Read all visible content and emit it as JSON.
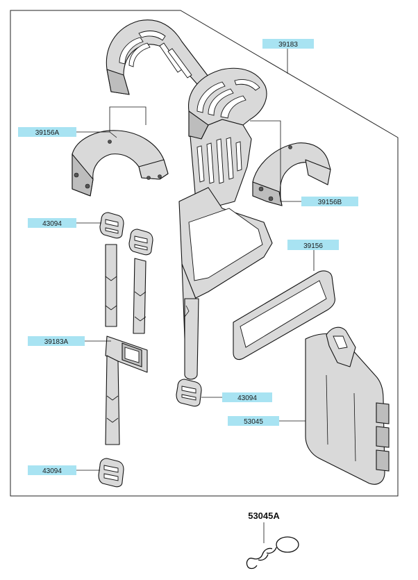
{
  "labels": {
    "harness_frame": "39183",
    "shoulder_pad_a": "39156A",
    "shoulder_pad_b": "39156B",
    "pad_main": "39156",
    "buckle_top": "43094",
    "belt": "39183A",
    "buckle_mid": "43094",
    "hip_pad": "53045",
    "buckle_bottom": "43094",
    "hook": "53045A"
  },
  "colors": {
    "label_bg": "#a8e3f2",
    "part_fill": "#d9d9d9",
    "line": "#111111"
  }
}
